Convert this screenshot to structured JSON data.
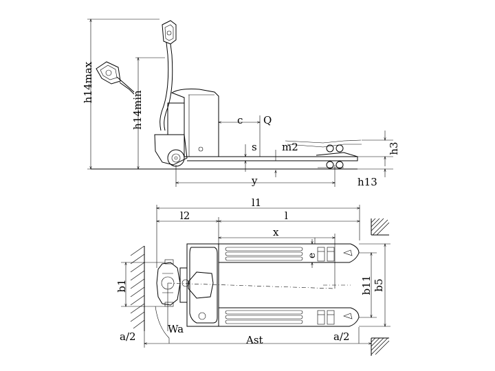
{
  "side_view": {
    "labels": {
      "h14max": "h14max",
      "h14min": "h14min",
      "c": "c",
      "Q": "Q",
      "s": "s",
      "m2": "m2",
      "h3": "h3",
      "h13": "h13",
      "y": "y"
    }
  },
  "top_view": {
    "labels": {
      "l1": "l1",
      "l2": "l2",
      "l": "l",
      "x": "x",
      "e": "e",
      "b1": "b1",
      "b11": "b11",
      "b5": "b5",
      "Wa": "Wa",
      "a2_left": "a/2",
      "a2_right": "a/2",
      "Ast": "Ast"
    }
  }
}
